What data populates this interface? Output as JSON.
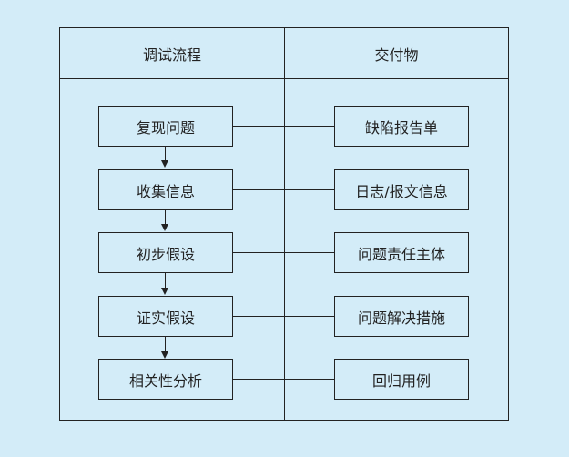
{
  "headers": {
    "process": "调试流程",
    "deliverables": "交付物"
  },
  "steps": [
    "复现问题",
    "收集信息",
    "初步假设",
    "证实假设",
    "相关性分析"
  ],
  "deliverables": [
    "缺陷报告单",
    "日志/报文信息",
    "问题责任主体",
    "问题解决措施",
    "回归用例"
  ]
}
